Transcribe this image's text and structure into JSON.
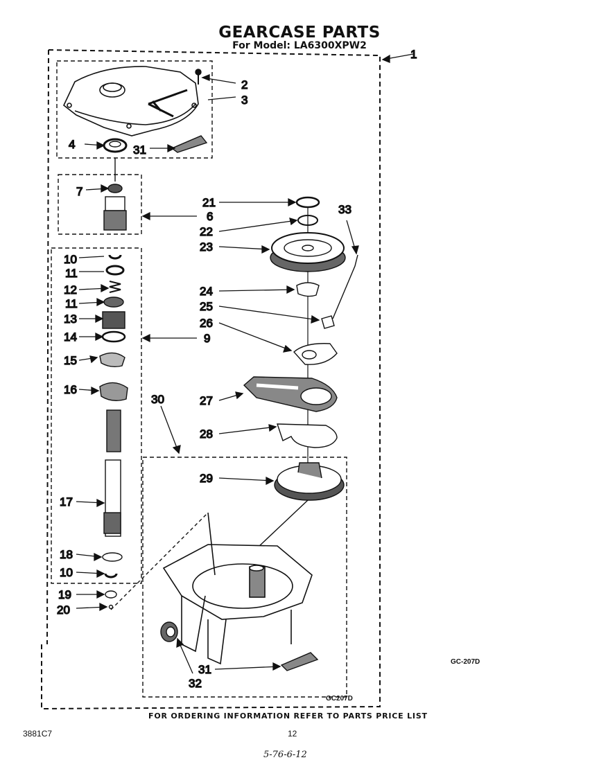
{
  "header": {
    "title": "GEARCASE PARTS",
    "subtitle": "For Model: LA6300XPW2"
  },
  "footer": {
    "ordering_note": "FOR ORDERING INFORMATION REFER TO PARTS PRICE LIST",
    "doc_number": "3881C7",
    "page_number": "12",
    "handwritten_note": "5-76-6-12"
  },
  "diagram_codes": {
    "side_code": "GC-207D",
    "corner_code": "GC207D"
  },
  "part_labels": {
    "p1": "1",
    "p2": "2",
    "p3": "3",
    "p4": "4",
    "p6": "6",
    "p7": "7",
    "p9": "9",
    "p10a": "10",
    "p10b": "10",
    "p11a": "11",
    "p11b": "11",
    "p12": "12",
    "p13": "13",
    "p14": "14",
    "p15": "15",
    "p16": "16",
    "p17": "17",
    "p18": "18",
    "p19": "19",
    "p20": "20",
    "p21": "21",
    "p22": "22",
    "p23": "23",
    "p24": "24",
    "p25": "25",
    "p26": "26",
    "p27": "27",
    "p28": "28",
    "p29": "29",
    "p30": "30",
    "p31a": "31",
    "p31b": "31",
    "p32": "32",
    "p33": "33"
  }
}
